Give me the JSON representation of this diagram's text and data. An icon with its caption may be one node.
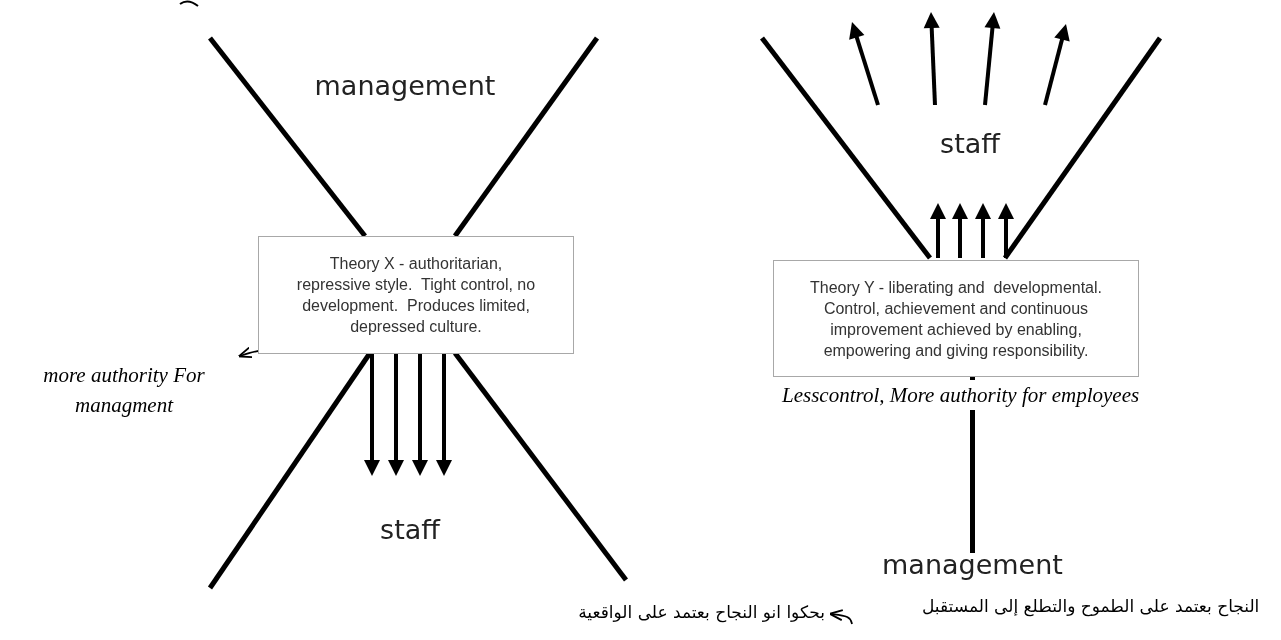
{
  "diagram": {
    "nodes": [
      {
        "text": [
          "management"
        ]
      },
      {
        "text": [
          "Theory X - authoritarian, repressive style.  Tight control, no development.  Produces limited, depressed culture."
        ]
      },
      {
        "text": [
          "more authority For managment"
        ]
      },
      {
        "text": [
          "staff"
        ]
      },
      {
        "text": [
          "staff"
        ]
      },
      {
        "text": [
          "Theory Y - liberating and  developmental. Control, achievement and continuous improvement achieved by enabling, empowering and giving responsibility."
        ]
      },
      {
        "text": [
          "management"
        ]
      },
      {
        "text": [
          "بحكوا انو النجاح بعتمد على الواقعية"
        ]
      }
    ],
    "edges": [
      {
        "from": 1,
        "to": 2,
        "arrow": "to"
      },
      {
        "from": null,
        "to": 7,
        "arrow": "to"
      },
      {
        "from": 5,
        "to": 6,
        "arrow": "none",
        "style": "thick"
      }
    ],
    "labels": [
      "Lesscontrol, More authority for employees",
      "النجاح بعتمد على الطموح والتطلع إلى المستقبل"
    ]
  }
}
